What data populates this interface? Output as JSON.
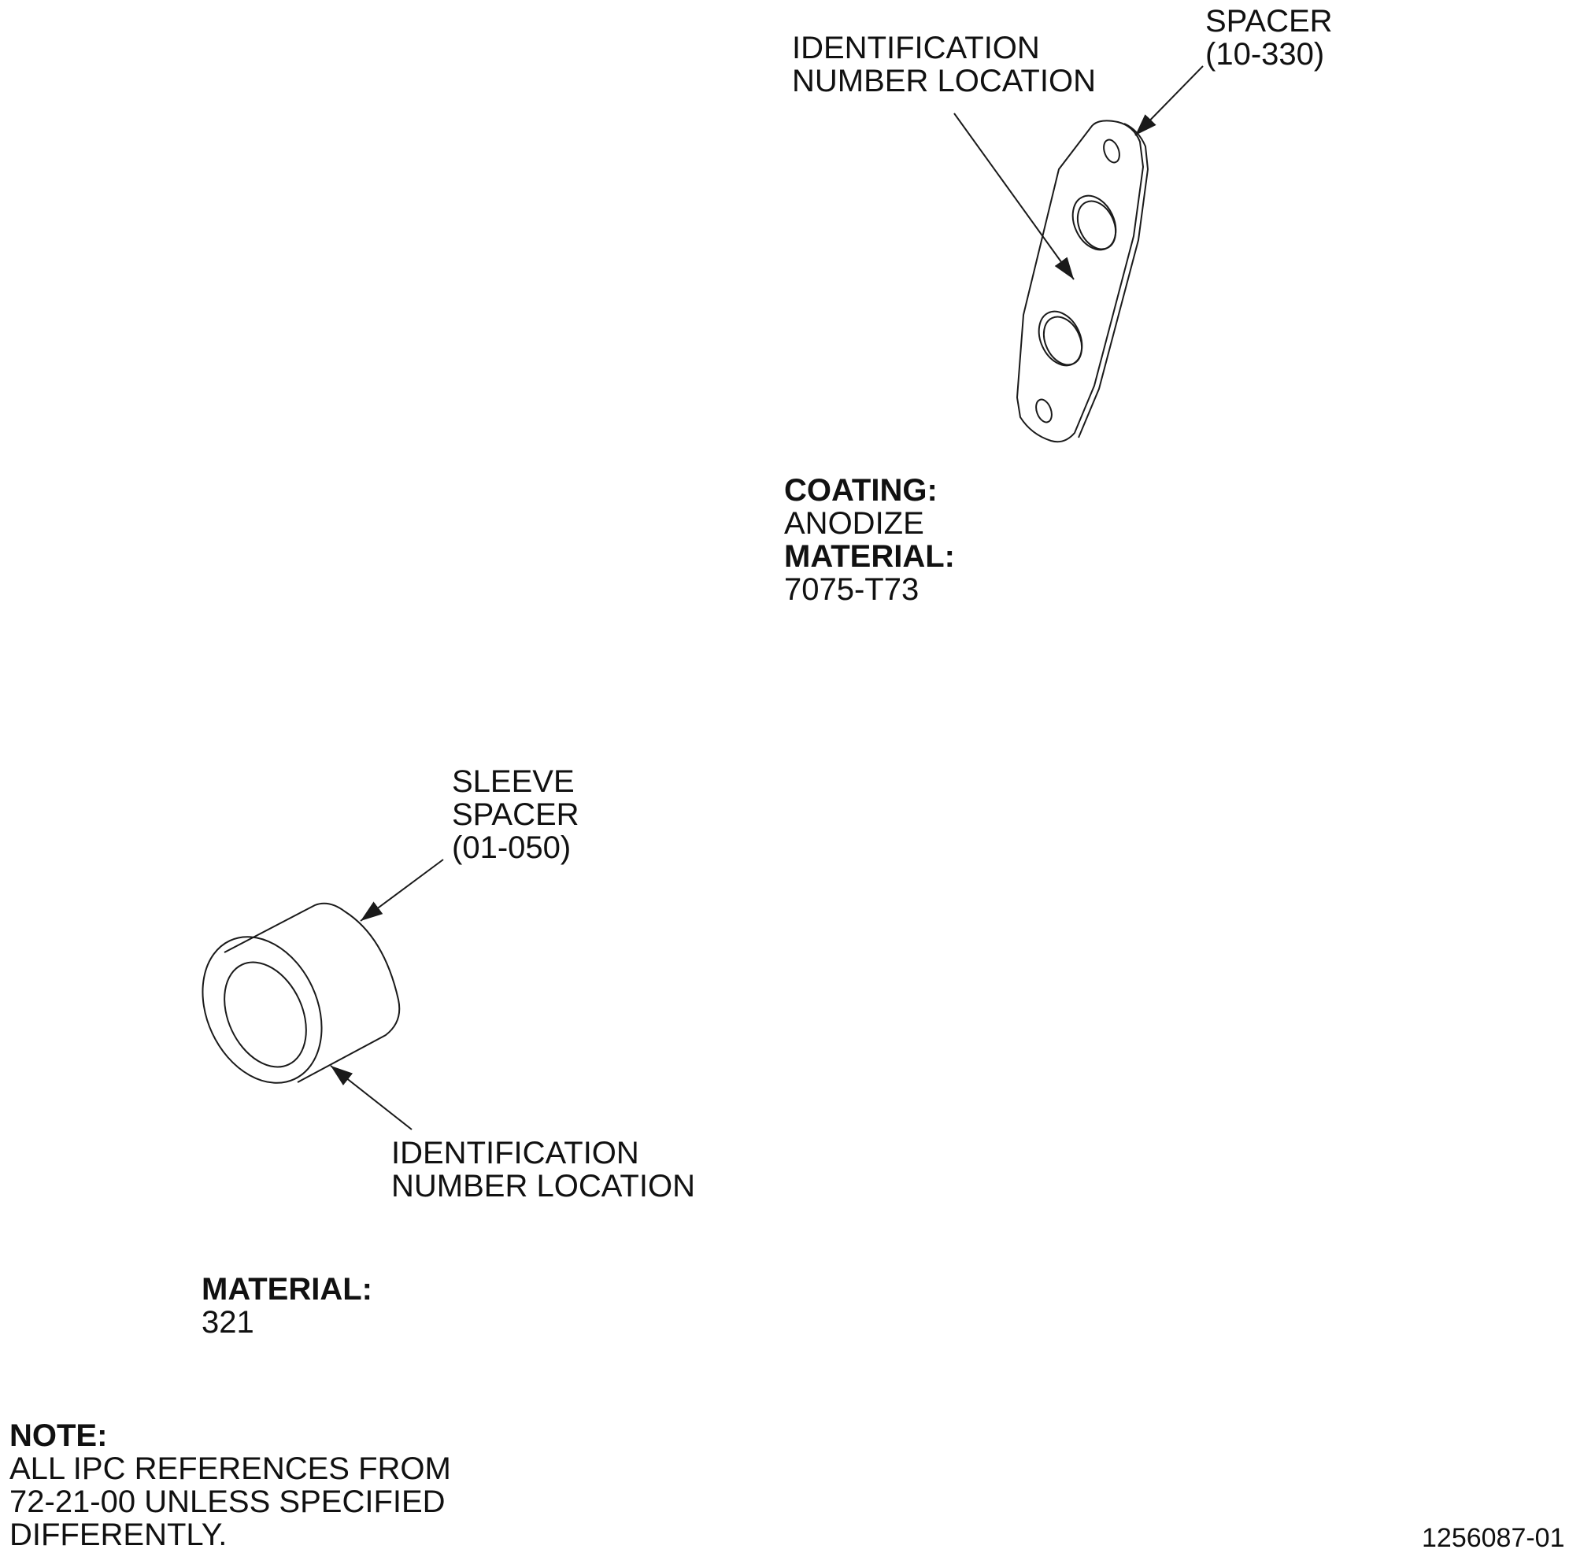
{
  "spacer_plate": {
    "part_name": "SPACER",
    "ref": "(10-330)",
    "id_callout": [
      "IDENTIFICATION",
      "NUMBER LOCATION"
    ],
    "coating_label": "COATING:",
    "coating_value": "ANODIZE",
    "material_label": "MATERIAL:",
    "material_value": "7075-T73"
  },
  "sleeve_spacer": {
    "part_name_1": "SLEEVE",
    "part_name_2": "SPACER",
    "ref": "(01-050)",
    "id_callout": [
      "IDENTIFICATION",
      "NUMBER LOCATION"
    ],
    "material_label": "MATERIAL:",
    "material_value": "321"
  },
  "note": {
    "label": "NOTE:",
    "lines": [
      "ALL IPC REFERENCES FROM",
      "72-21-00 UNLESS SPECIFIED",
      "DIFFERENTLY."
    ]
  },
  "drawing_number": "1256087-01"
}
